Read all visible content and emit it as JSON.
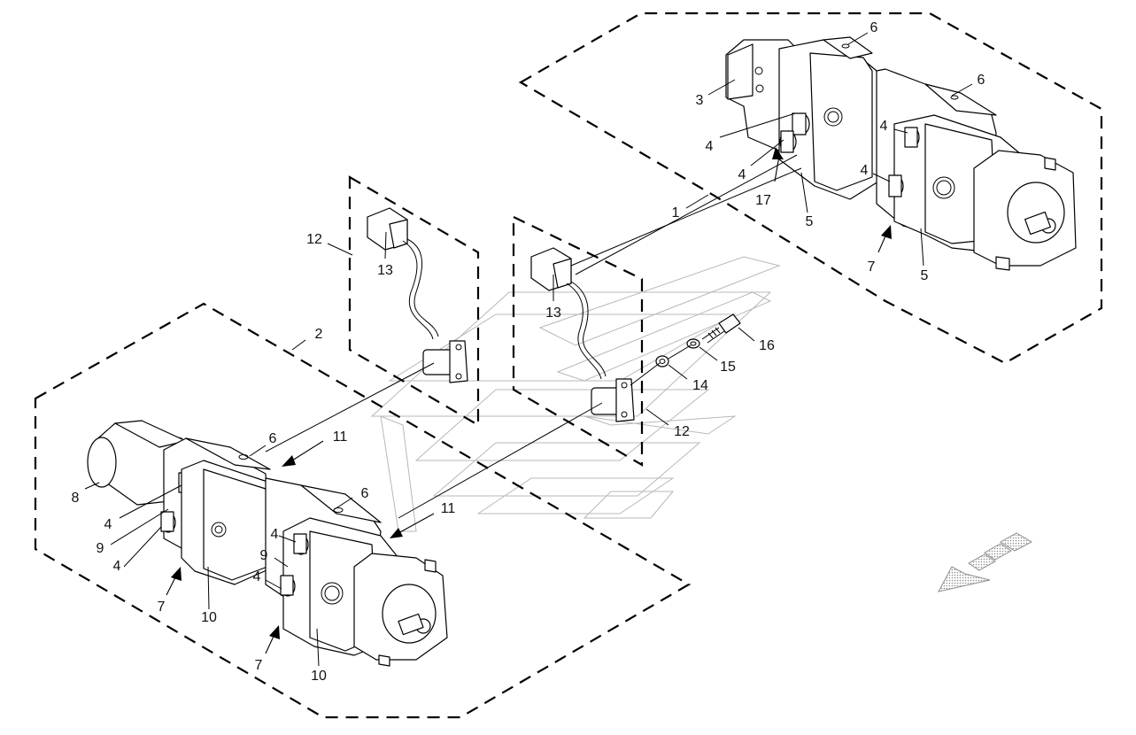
{
  "callouts": [
    {
      "id": "c-6a",
      "text": "6"
    },
    {
      "id": "c-3",
      "text": "3"
    },
    {
      "id": "c-6b",
      "text": "6"
    },
    {
      "id": "c-4a",
      "text": "4"
    },
    {
      "id": "c-4b",
      "text": "4"
    },
    {
      "id": "c-4c",
      "text": "4"
    },
    {
      "id": "c-4d",
      "text": "4"
    },
    {
      "id": "c-17",
      "text": "17"
    },
    {
      "id": "c-5a",
      "text": "5"
    },
    {
      "id": "c-1",
      "text": "1"
    },
    {
      "id": "c-7a",
      "text": "7"
    },
    {
      "id": "c-5b",
      "text": "5"
    },
    {
      "id": "c-12a",
      "text": "12"
    },
    {
      "id": "c-13a",
      "text": "13"
    },
    {
      "id": "c-13b",
      "text": "13"
    },
    {
      "id": "c-16",
      "text": "16"
    },
    {
      "id": "c-15",
      "text": "15"
    },
    {
      "id": "c-14",
      "text": "14"
    },
    {
      "id": "c-2",
      "text": "2"
    },
    {
      "id": "c-12b",
      "text": "12"
    },
    {
      "id": "c-6c",
      "text": "6"
    },
    {
      "id": "c-11a",
      "text": "11"
    },
    {
      "id": "c-8",
      "text": "8"
    },
    {
      "id": "c-4e",
      "text": "4"
    },
    {
      "id": "c-6d",
      "text": "6"
    },
    {
      "id": "c-11b",
      "text": "11"
    },
    {
      "id": "c-9a",
      "text": "9"
    },
    {
      "id": "c-4f",
      "text": "4"
    },
    {
      "id": "c-4g",
      "text": "4"
    },
    {
      "id": "c-9b",
      "text": "9"
    },
    {
      "id": "c-4h",
      "text": "4"
    },
    {
      "id": "c-7b",
      "text": "7"
    },
    {
      "id": "c-10a",
      "text": "10"
    },
    {
      "id": "c-7c",
      "text": "7"
    },
    {
      "id": "c-10b",
      "text": "10"
    }
  ],
  "colors": {
    "line": "#000000",
    "paper": "#ffffff",
    "watermark": "#b8b8b8",
    "orientation_arrow": "#8e8e8e"
  },
  "icons": {
    "orientation": "direction-arrow-icon",
    "watermark": "logo-watermark"
  }
}
